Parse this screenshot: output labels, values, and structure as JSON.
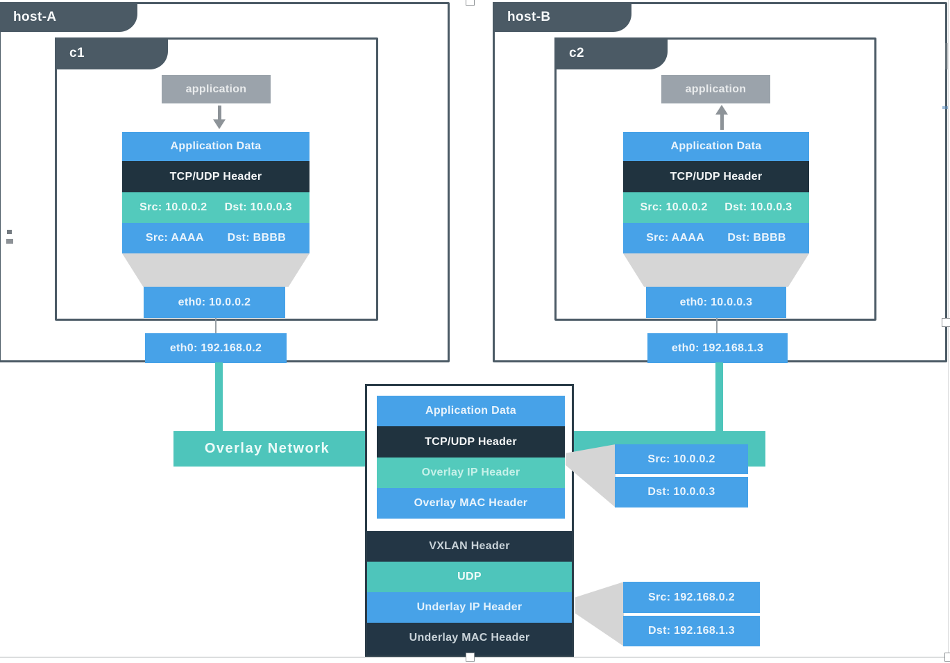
{
  "hosts": [
    {
      "label": "host-A",
      "container_label": "c1",
      "application_label": "application",
      "packet": {
        "application_data": "Application Data",
        "tcp_udp_header": "TCP/UDP Header",
        "ip_src": "Src: 10.0.0.2",
        "ip_dst": "Dst: 10.0.0.3",
        "mac_src": "Src: AAAA",
        "mac_dst": "Dst: BBBB"
      },
      "container_eth0": "eth0: 10.0.0.2",
      "host_eth0": "eth0: 192.168.0.2",
      "arrow_direction": "down"
    },
    {
      "label": "host-B",
      "container_label": "c2",
      "application_label": "application",
      "packet": {
        "application_data": "Application Data",
        "tcp_udp_header": "TCP/UDP Header",
        "ip_src": "Src: 10.0.0.2",
        "ip_dst": "Dst: 10.0.0.3",
        "mac_src": "Src: AAAA",
        "mac_dst": "Dst: BBBB"
      },
      "container_eth0": "eth0: 10.0.0.3",
      "host_eth0": "eth0: 192.168.1.3",
      "arrow_direction": "up"
    }
  ],
  "overlay_network_label": "Overlay Network",
  "encapsulated_packet": {
    "application_data": "Application Data",
    "tcp_udp_header": "TCP/UDP Header",
    "overlay_ip_header": "Overlay IP Header",
    "overlay_mac_header": "Overlay MAC Header",
    "vxlan_header": "VXLAN Header",
    "udp": "UDP",
    "underlay_ip_header": "Underlay IP Header",
    "underlay_mac_header": "Underlay MAC Header"
  },
  "overlay_ip_callout": {
    "src": "Src: 10.0.0.2",
    "dst": "Dst: 10.0.0.3"
  },
  "underlay_ip_callout": {
    "src": "Src: 192.168.0.2",
    "dst": "Dst: 192.168.1.3"
  },
  "colors": {
    "blue": "#47a2e8",
    "teal_row": "#53cabc",
    "band_teal": "#4ec5bb",
    "navy_row": "#20333f",
    "panel_navy": "#233645",
    "slate": "#4b5a65",
    "application_gray": "#9ba3ab",
    "funnel_gray": "#d6d6d6"
  }
}
